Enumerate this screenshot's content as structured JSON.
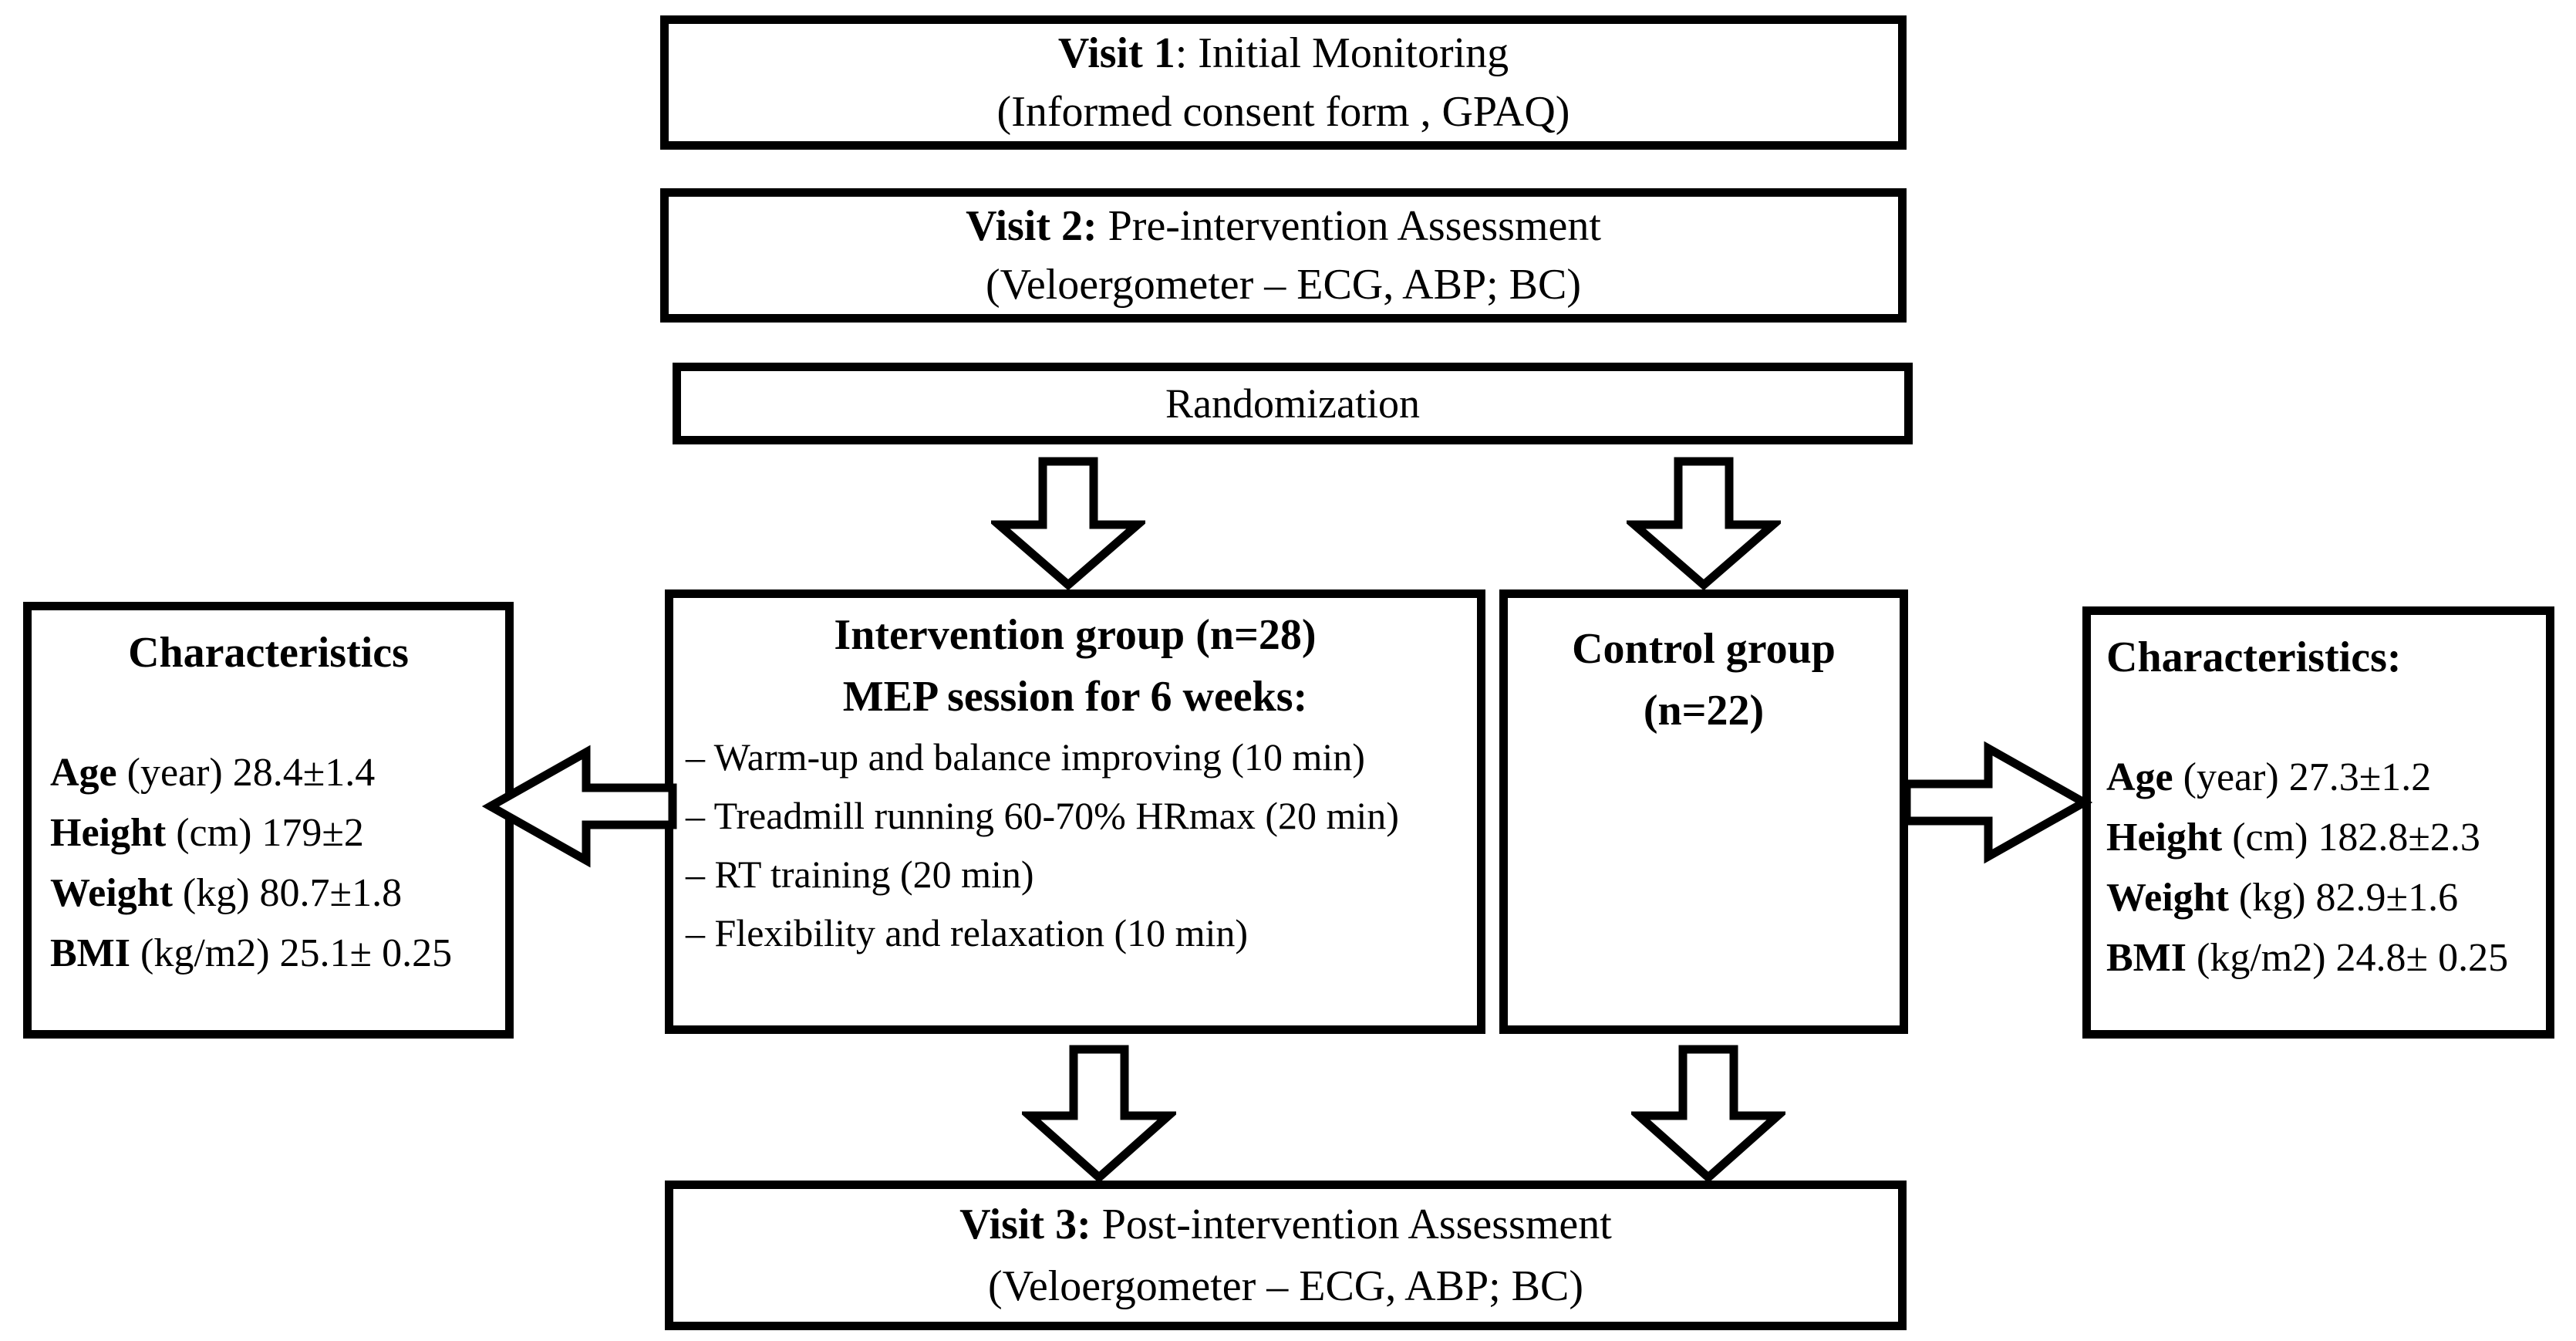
{
  "colors": {
    "line": "#000000",
    "background": "#ffffff"
  },
  "boxes": {
    "visit1": {
      "bold": "Visit 1",
      "rest": ": Initial Monitoring",
      "line2": "(Informed consent form , GPAQ)"
    },
    "visit2": {
      "bold": "Visit 2:",
      "rest": " Pre-intervention Assessment",
      "line2": "(Veloergometer – ECG, ABP; BC)"
    },
    "randomization": {
      "label": "Randomization"
    },
    "intervention": {
      "title1": "Intervention group (n=28)",
      "title2": "MEP session for 6 weeks:",
      "items": [
        "– Warm-up and balance improving (10 min)",
        "– Treadmill running 60-70% HRmax (20 min)",
        "– RT training (20 min)",
        "– Flexibility and relaxation (10 min)"
      ]
    },
    "control": {
      "title1": "Control group",
      "title2": "(n=22)"
    },
    "left_characteristics": {
      "title": "Characteristics",
      "rows": [
        {
          "b": "Age",
          "r": " (year) 28.4±1.4"
        },
        {
          "b": "Height",
          "r": " (cm) 179±2"
        },
        {
          "b": "Weight",
          "r": " (kg) 80.7±1.8"
        },
        {
          "b": "BMI",
          "r": " (kg/m2) 25.1± 0.25"
        }
      ]
    },
    "right_characteristics": {
      "title": "Characteristics:",
      "rows": [
        {
          "b": "Age",
          "r": " (year) 27.3±1.2"
        },
        {
          "b": "Height",
          "r": " (cm) 182.8±2.3"
        },
        {
          "b": "Weight",
          "r": " (kg) 82.9±1.6"
        },
        {
          "b": "BMI",
          "r": " (kg/m2) 24.8± 0.25"
        }
      ]
    },
    "visit3": {
      "bold": "Visit 3:",
      "rest": " Post-intervention Assessment",
      "line2": "(Veloergometer – ECG, ABP; BC)"
    }
  }
}
